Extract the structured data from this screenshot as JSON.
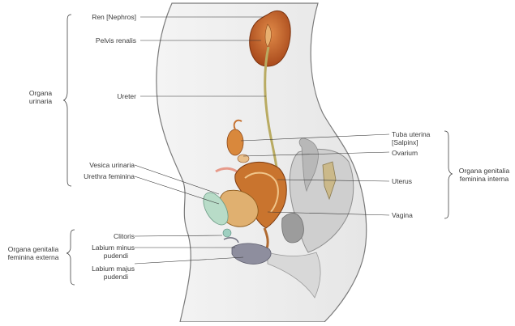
{
  "labels": {
    "ren": "Ren [Nephros]",
    "pelvis": "Pelvis renalis",
    "ureter": "Ureter",
    "tuba_line1": "Tuba uterina",
    "tuba_line2": "[Salpinx]",
    "ovarium": "Ovarium",
    "vesica": "Vesica urinaria",
    "urethra": "Urethra feminina",
    "uterus": "Uterus",
    "vagina": "Vagina",
    "clitoris": "Clitoris",
    "labium_minus_1": "Labium minus",
    "labium_minus_2": "pudendi",
    "labium_majus_1": "Labium majus",
    "labium_majus_2": "pudendi"
  },
  "groups": {
    "urinaria_1": "Organa",
    "urinaria_2": "urinaria",
    "genitalia_interna_1": "Organa genitalia",
    "genitalia_interna_2": "feminina interna",
    "genitalia_externa_1": "Organa genitalia",
    "genitalia_externa_2": "feminina externa"
  },
  "colors": {
    "kidney": "#c8622c",
    "uterus": "#c9742e",
    "bladder": "#b8dcc8",
    "skin_line": "#7a7a7a",
    "bone": "#c9c9c9",
    "label_text": "#3a3a3a"
  }
}
